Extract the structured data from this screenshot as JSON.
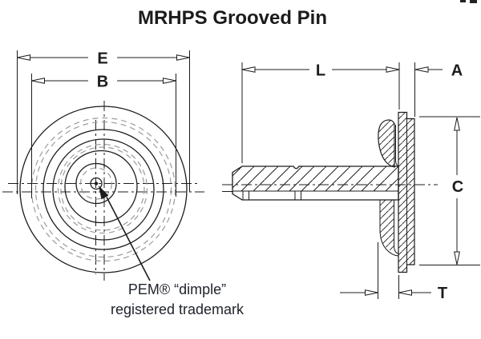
{
  "title": "MRHPS Grooved Pin",
  "dimension_labels": {
    "E": "E",
    "B": "B",
    "L": "L",
    "A": "A",
    "C": "C",
    "T": "T"
  },
  "annotation": {
    "line1": "PEM® “dimple”",
    "line2": "registered trademark"
  },
  "colors": {
    "line": "#1c1c1c",
    "dashed_circle": "#9b9b9b",
    "text": "#20242c",
    "background": "#ffffff"
  }
}
